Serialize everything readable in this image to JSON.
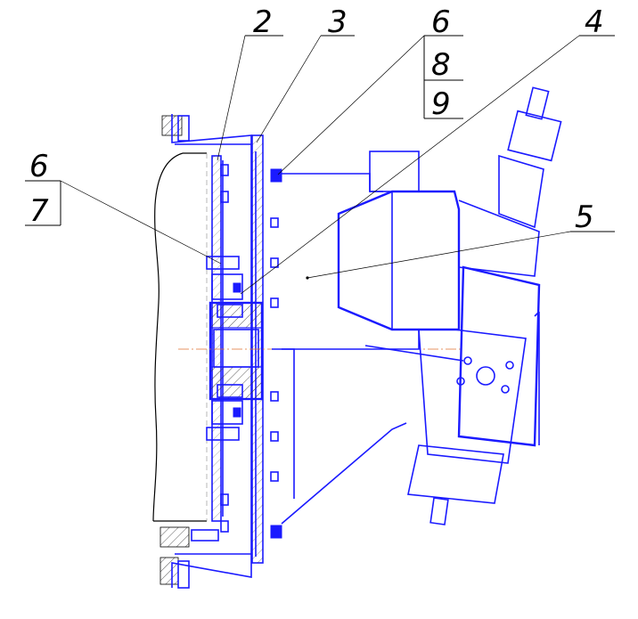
{
  "labels": {
    "l2": "2",
    "l3": "3",
    "l4": "4",
    "l5": "5",
    "l6_top": "6",
    "l8": "8",
    "l9": "9",
    "l6_left": "6",
    "l7": "7"
  },
  "colors": {
    "outline": "#1a1aff",
    "leaders": "#000000",
    "centerline": "#e07030",
    "hatch": "#333333"
  }
}
